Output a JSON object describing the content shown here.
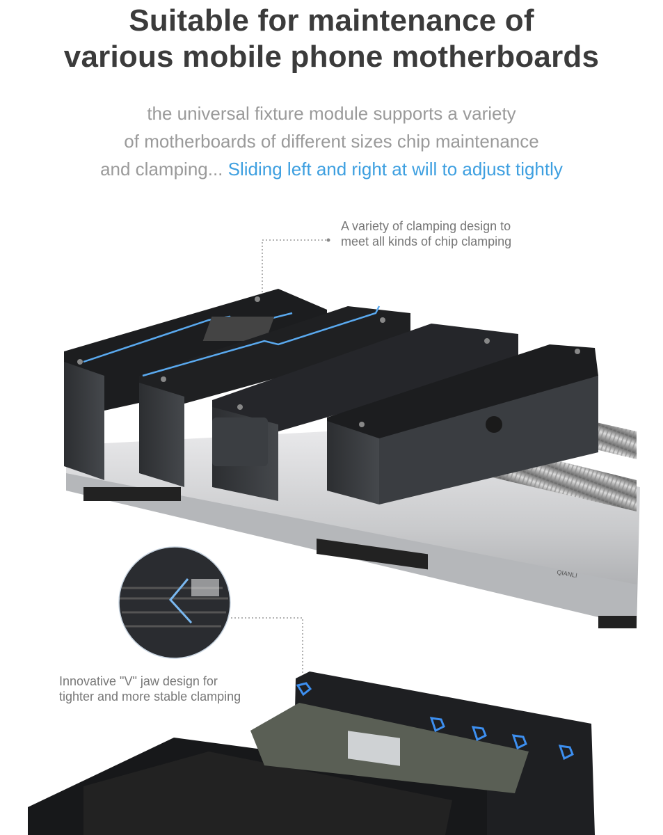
{
  "headline": {
    "line1": "Suitable for maintenance of",
    "line2": "various mobile phone motherboards"
  },
  "description": {
    "line1": "the universal fixture module supports a variety",
    "line2": "of motherboards of different sizes chip maintenance",
    "line3_gray": "and clamping...",
    "line3_blue": "Sliding left and right at will to adjust tightly"
  },
  "callouts": [
    {
      "line1": "A variety of clamping design to",
      "line2": "meet all kinds of chip clamping"
    },
    {
      "line1": "Innovative \"V\" jaw design for",
      "line2": "tighter and more stable clamping"
    }
  ],
  "brand_mark": "QIANLI",
  "colors": {
    "accent": "#3d9fe0",
    "title": "#3b3b3b",
    "body": "#9a9a9a"
  }
}
